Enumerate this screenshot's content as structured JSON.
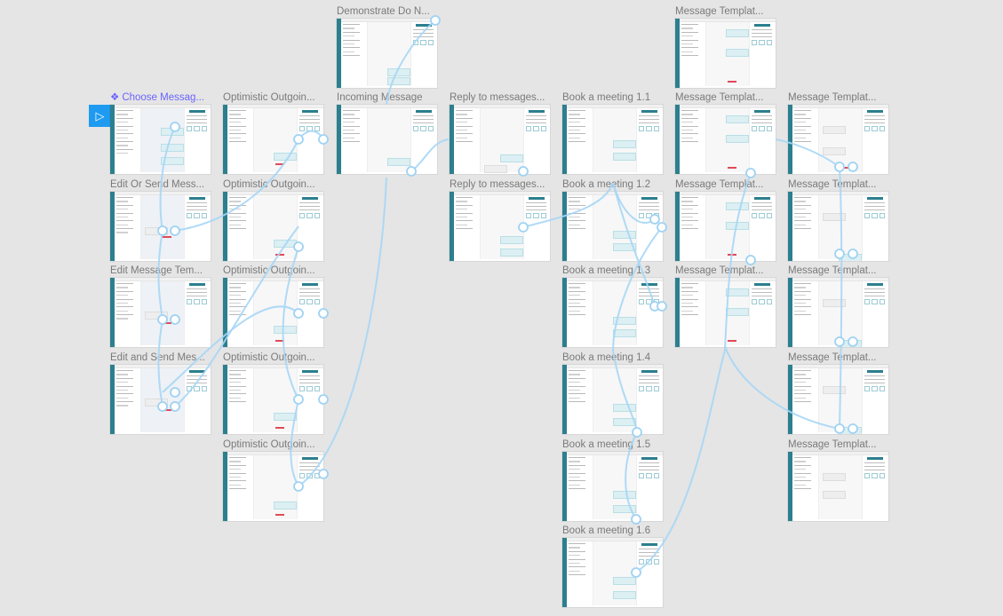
{
  "canvas": {
    "background": "#e5e5e5",
    "accent": "#2c7f8e",
    "link_color": "#a6d6f6",
    "start_color": "#6b63ff",
    "play_icon_color": "#1e9bf0"
  },
  "start": {
    "diamond": "❖",
    "play_icon": "▷"
  },
  "frames": [
    {
      "label": "Choose Messag..."
    },
    {
      "label": "Edit Or Send Mess..."
    },
    {
      "label": "Edit Message Tem..."
    },
    {
      "label": "Edit and Send Mes..."
    },
    {
      "label": "Optimistic Outgoin..."
    },
    {
      "label": "Optimistic Outgoin..."
    },
    {
      "label": "Optimistic Outgoin..."
    },
    {
      "label": "Optimistic Outgoin..."
    },
    {
      "label": "Optimistic Outgoin..."
    },
    {
      "label": "Demonstrate Do N..."
    },
    {
      "label": "Incoming Message"
    },
    {
      "label": "Reply to messages..."
    },
    {
      "label": "Reply to messages..."
    },
    {
      "label": "Book a meeting 1.1"
    },
    {
      "label": "Book a meeting 1.2"
    },
    {
      "label": "Book a meeting 1.3"
    },
    {
      "label": "Book a meeting 1.4"
    },
    {
      "label": "Book a meeting 1.5"
    },
    {
      "label": "Book a meeting 1.6"
    },
    {
      "label": "Message Templat..."
    },
    {
      "label": "Message Templat..."
    },
    {
      "label": "Message Templat..."
    },
    {
      "label": "Message Templat..."
    },
    {
      "label": "Message Templat..."
    },
    {
      "label": "Message Templat..."
    },
    {
      "label": "Message Templat..."
    },
    {
      "label": "Message Templat..."
    },
    {
      "label": "Message Templat..."
    }
  ]
}
